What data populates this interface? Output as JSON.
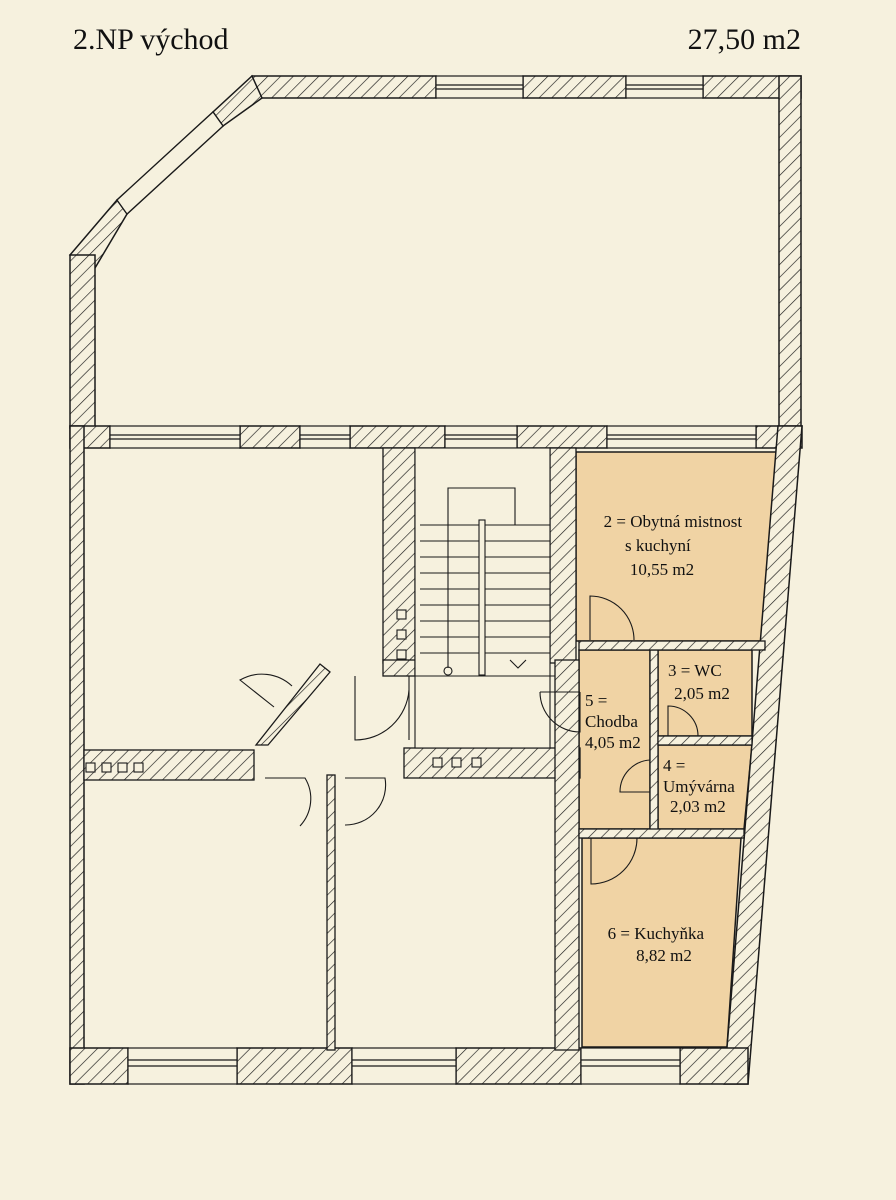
{
  "header": {
    "title": "2.NP východ",
    "total_area": "27,50 m2"
  },
  "colors": {
    "paper": "#f6f1de",
    "highlight": "#f0d3a4",
    "line": "#1a1a1a"
  },
  "rooms": [
    {
      "id": "room-2",
      "lines": [
        "2 = Obytná mistnost",
        "s kuchyní",
        "10,55 m2"
      ]
    },
    {
      "id": "room-3",
      "lines": [
        "3 = WC",
        "2,05 m2"
      ]
    },
    {
      "id": "room-4",
      "lines": [
        "4 =",
        "Umývárna",
        "2,03 m2"
      ]
    },
    {
      "id": "room-5",
      "lines": [
        "5 =",
        "Chodba",
        "4,05 m2"
      ]
    },
    {
      "id": "room-6",
      "lines": [
        "6 = Kuchyňka",
        "8,82 m2"
      ]
    }
  ]
}
